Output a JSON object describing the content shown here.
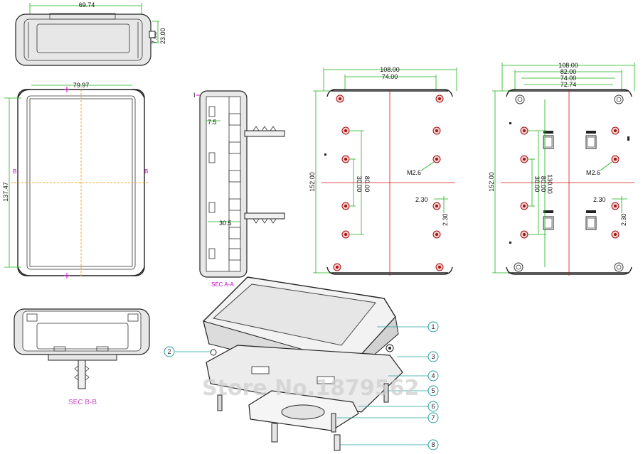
{
  "dimensions": {
    "top_width": "69.74",
    "top_h1": "7.00",
    "top_h2": "23.00",
    "front_width": "79.97",
    "front_height": "137.47",
    "sec_a_1": "7.5",
    "sec_a_2": "30.5",
    "base_width": "108.00",
    "base_inner": "74.00",
    "base_height": "152.00",
    "base_spacing_1": "30.00",
    "base_spacing_2": "80.00",
    "base_screw": "M2.6",
    "base_hole_x": "2.30",
    "base_hole_y": "2.30",
    "back_width": "108.00",
    "back_w2": "82.00",
    "back_w3": "74.00",
    "back_w4": "72.74",
    "back_height": "152.00",
    "back_v1": "30.00",
    "back_v2": "80.00",
    "back_v3": "130.00",
    "back_screw": "M2.6",
    "back_hole_x": "2.30",
    "back_hole_y": "2.30"
  },
  "section_labels": {
    "b_left": "B",
    "b_right": "B",
    "a_mark": "I",
    "sec_a": "SEC A-A",
    "sec_b": "SEC B-B"
  },
  "callouts": [
    "1",
    "2",
    "3",
    "4",
    "5",
    "6",
    "7",
    "8"
  ],
  "watermark": "Store No.1879562",
  "colors": {
    "dimension_line": "#19b319",
    "center_line": "#d21414",
    "section_label": "#c000c0",
    "hole": "#a41010",
    "callout": "#20a0a0"
  }
}
